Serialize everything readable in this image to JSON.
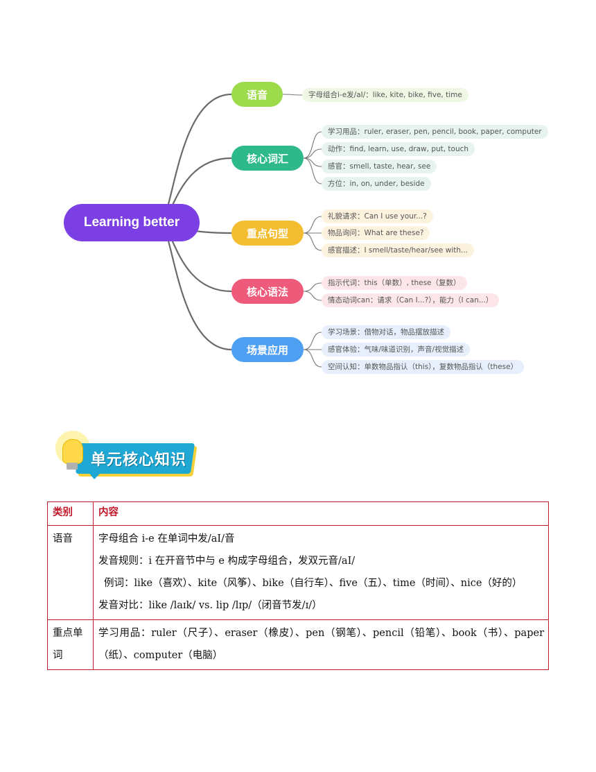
{
  "mindmap": {
    "root": "Learning better",
    "branches": [
      {
        "label": "语音",
        "color": "#9edb4a",
        "leaf_bg": "#eef8e4",
        "leaves": [
          "字母组合i-e发/aI/：like, kite, bike, five, time"
        ]
      },
      {
        "label": "核心词汇",
        "color": "#2eb98b",
        "leaf_bg": "#e6f3ee",
        "leaves": [
          "学习用品：ruler, eraser, pen, pencil, book, paper, computer",
          "动作：find, learn, use, draw, put, touch",
          "感官：smell, taste, hear, see",
          "方位：in, on, under, beside"
        ]
      },
      {
        "label": "重点句型",
        "color": "#f2bd31",
        "leaf_bg": "#fdf2de",
        "leaves": [
          "礼貌请求：Can I use your...?",
          "物品询问：What are these?",
          "感官描述：I smell/taste/hear/see with..."
        ]
      },
      {
        "label": "核心语法",
        "color": "#ee5a7a",
        "leaf_bg": "#fde6ea",
        "leaves": [
          "指示代词：this（单数）, these（复数）",
          "情态动词can：请求（Can I...?），能力（I can...）"
        ]
      },
      {
        "label": "场景应用",
        "color": "#4f9ff2",
        "leaf_bg": "#e6effb",
        "leaves": [
          "学习场景：借物对话，物品摆放描述",
          "感官体验：气味/味道识别，声音/视觉描述",
          "空间认知：单数物品指认（this），复数物品指认（these）"
        ]
      }
    ]
  },
  "banner": {
    "title": "单元核心知识"
  },
  "table": {
    "headers": [
      "类别",
      "内容"
    ],
    "rows": [
      {
        "category": "语音",
        "lines": [
          "字母组合 i-e 在单词中发/aI/音",
          "发音规则：i 在开音节中与 e 构成字母组合，发双元音/aI/",
          "例词：like（喜欢）、kite（风筝）、bike（自行车）、five（五）、time（时间）、nice（好的）",
          "发音对比：like /laɪk/ vs. lip /lɪp/（闭音节发/ɪ/）"
        ]
      },
      {
        "category": "重点单词",
        "lines": [
          "学习用品：ruler（尺子）、eraser（橡皮）、pen（钢笔）、pencil（铅笔）、book（书）、paper（纸）、computer（电脑）"
        ]
      }
    ]
  }
}
